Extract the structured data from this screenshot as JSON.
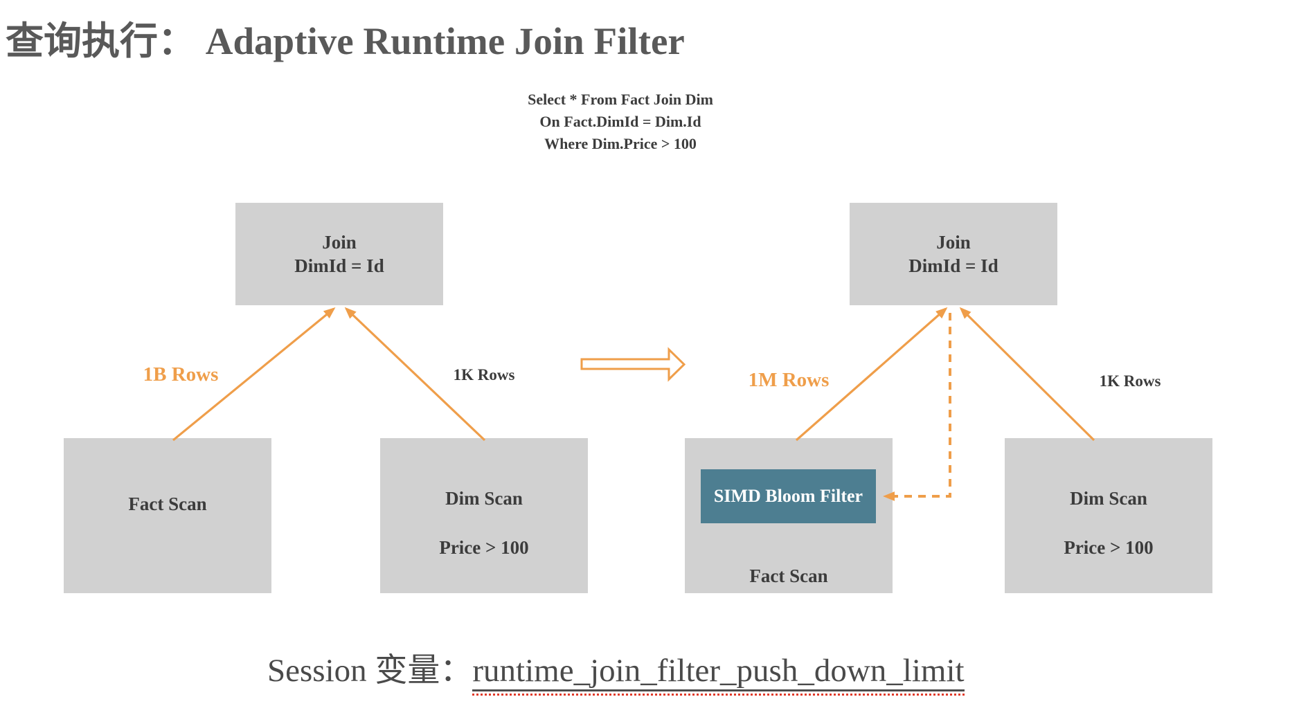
{
  "title": "查询执行： Adaptive Runtime Join Filter",
  "sql": {
    "line1": "Select * From Fact Join Dim",
    "line2": "On Fact.DimId = Dim.Id",
    "line3": "Where Dim.Price > 100"
  },
  "before": {
    "join_line1": "Join",
    "join_line2": "DimId = Id",
    "fact_label": "Fact Scan",
    "dim_line1": "Dim Scan",
    "dim_line2": "Price > 100",
    "fact_rows": "1B Rows",
    "dim_rows": "1K Rows"
  },
  "after": {
    "join_line1": "Join",
    "join_line2": "DimId = Id",
    "fact_label": "Fact Scan",
    "simd_label": "SIMD Bloom Filter",
    "dim_line1": "Dim Scan",
    "dim_line2": "Price > 100",
    "fact_rows": "1M Rows",
    "dim_rows": "1K Rows"
  },
  "footer": {
    "prefix": "Session 变量：",
    "variable": "runtime_join_filter_push_down_limit"
  },
  "colors": {
    "accent_orange": "#EF9E4A",
    "box_gray": "#D1D1D1",
    "filter_teal": "#4D7E91",
    "text_dark": "#3C3C3C",
    "title_gray": "#595959",
    "footer_text": "#4A4A4A",
    "spellcheck_red": "#E03A2A",
    "arrow_fill_white": "#FFFFFF"
  }
}
